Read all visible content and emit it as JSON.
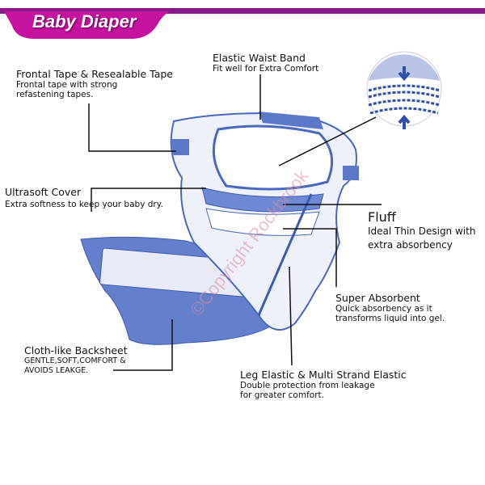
{
  "header": {
    "title": "Baby Diaper",
    "accent": "#8a1a8c",
    "tab_color": "#c6139f"
  },
  "labels": {
    "frontal_tape": {
      "title": "Frontal Tape & Resealable Tape",
      "desc": [
        "Frontal tape with strong",
        "refastening tapes."
      ]
    },
    "waist_band": {
      "title": "Elastic Waist Band",
      "desc": [
        "Fit well for Extra Comfort"
      ]
    },
    "ultrasoft": {
      "title": "Ultrasoft Cover",
      "desc": [
        "Extra softness to keep your baby dry."
      ]
    },
    "fluff": {
      "title": "Fluff",
      "desc": [
        "Ideal Thin Design with",
        "extra absorbency"
      ]
    },
    "super_absorbent": {
      "title": "Super Absorbent",
      "desc": [
        "Quick absorbency as it",
        "transforms liquid into gel."
      ]
    },
    "backsheet": {
      "title": "Cloth-like Backsheet",
      "desc": [
        "GENTLE,SOFT,COMFORT &",
        "AVOIDS LEAKGE."
      ]
    },
    "leg_elastic": {
      "title": "Leg Elastic & Multi Strand Elastic",
      "desc": [
        "Double protection from leakage",
        "for greater comfort."
      ]
    }
  },
  "watermark": "©Copyright Rockbrook",
  "colors": {
    "diaper_blue": "#5b78c8",
    "diaper_light": "#dfe6f6"
  }
}
